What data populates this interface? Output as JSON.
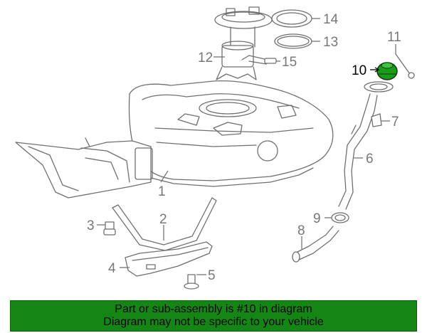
{
  "callouts": {
    "c1": "1",
    "c2": "2",
    "c3": "3",
    "c4": "4",
    "c5": "5",
    "c6": "6",
    "c7": "7",
    "c8": "8",
    "c9": "9",
    "c10": "10",
    "c11": "11",
    "c12": "12",
    "c13": "13",
    "c14": "14",
    "c15": "15"
  },
  "highlight_callout": "10",
  "colors": {
    "line": "#6f6f6f",
    "highlight_part": "#1a9a1a",
    "caption_bg": "#138613",
    "caption_text": "#000000"
  },
  "caption": {
    "line1": "Part or sub-assembly is #10 in diagram",
    "line2": "Diagram may not be specific to your vehicle"
  }
}
